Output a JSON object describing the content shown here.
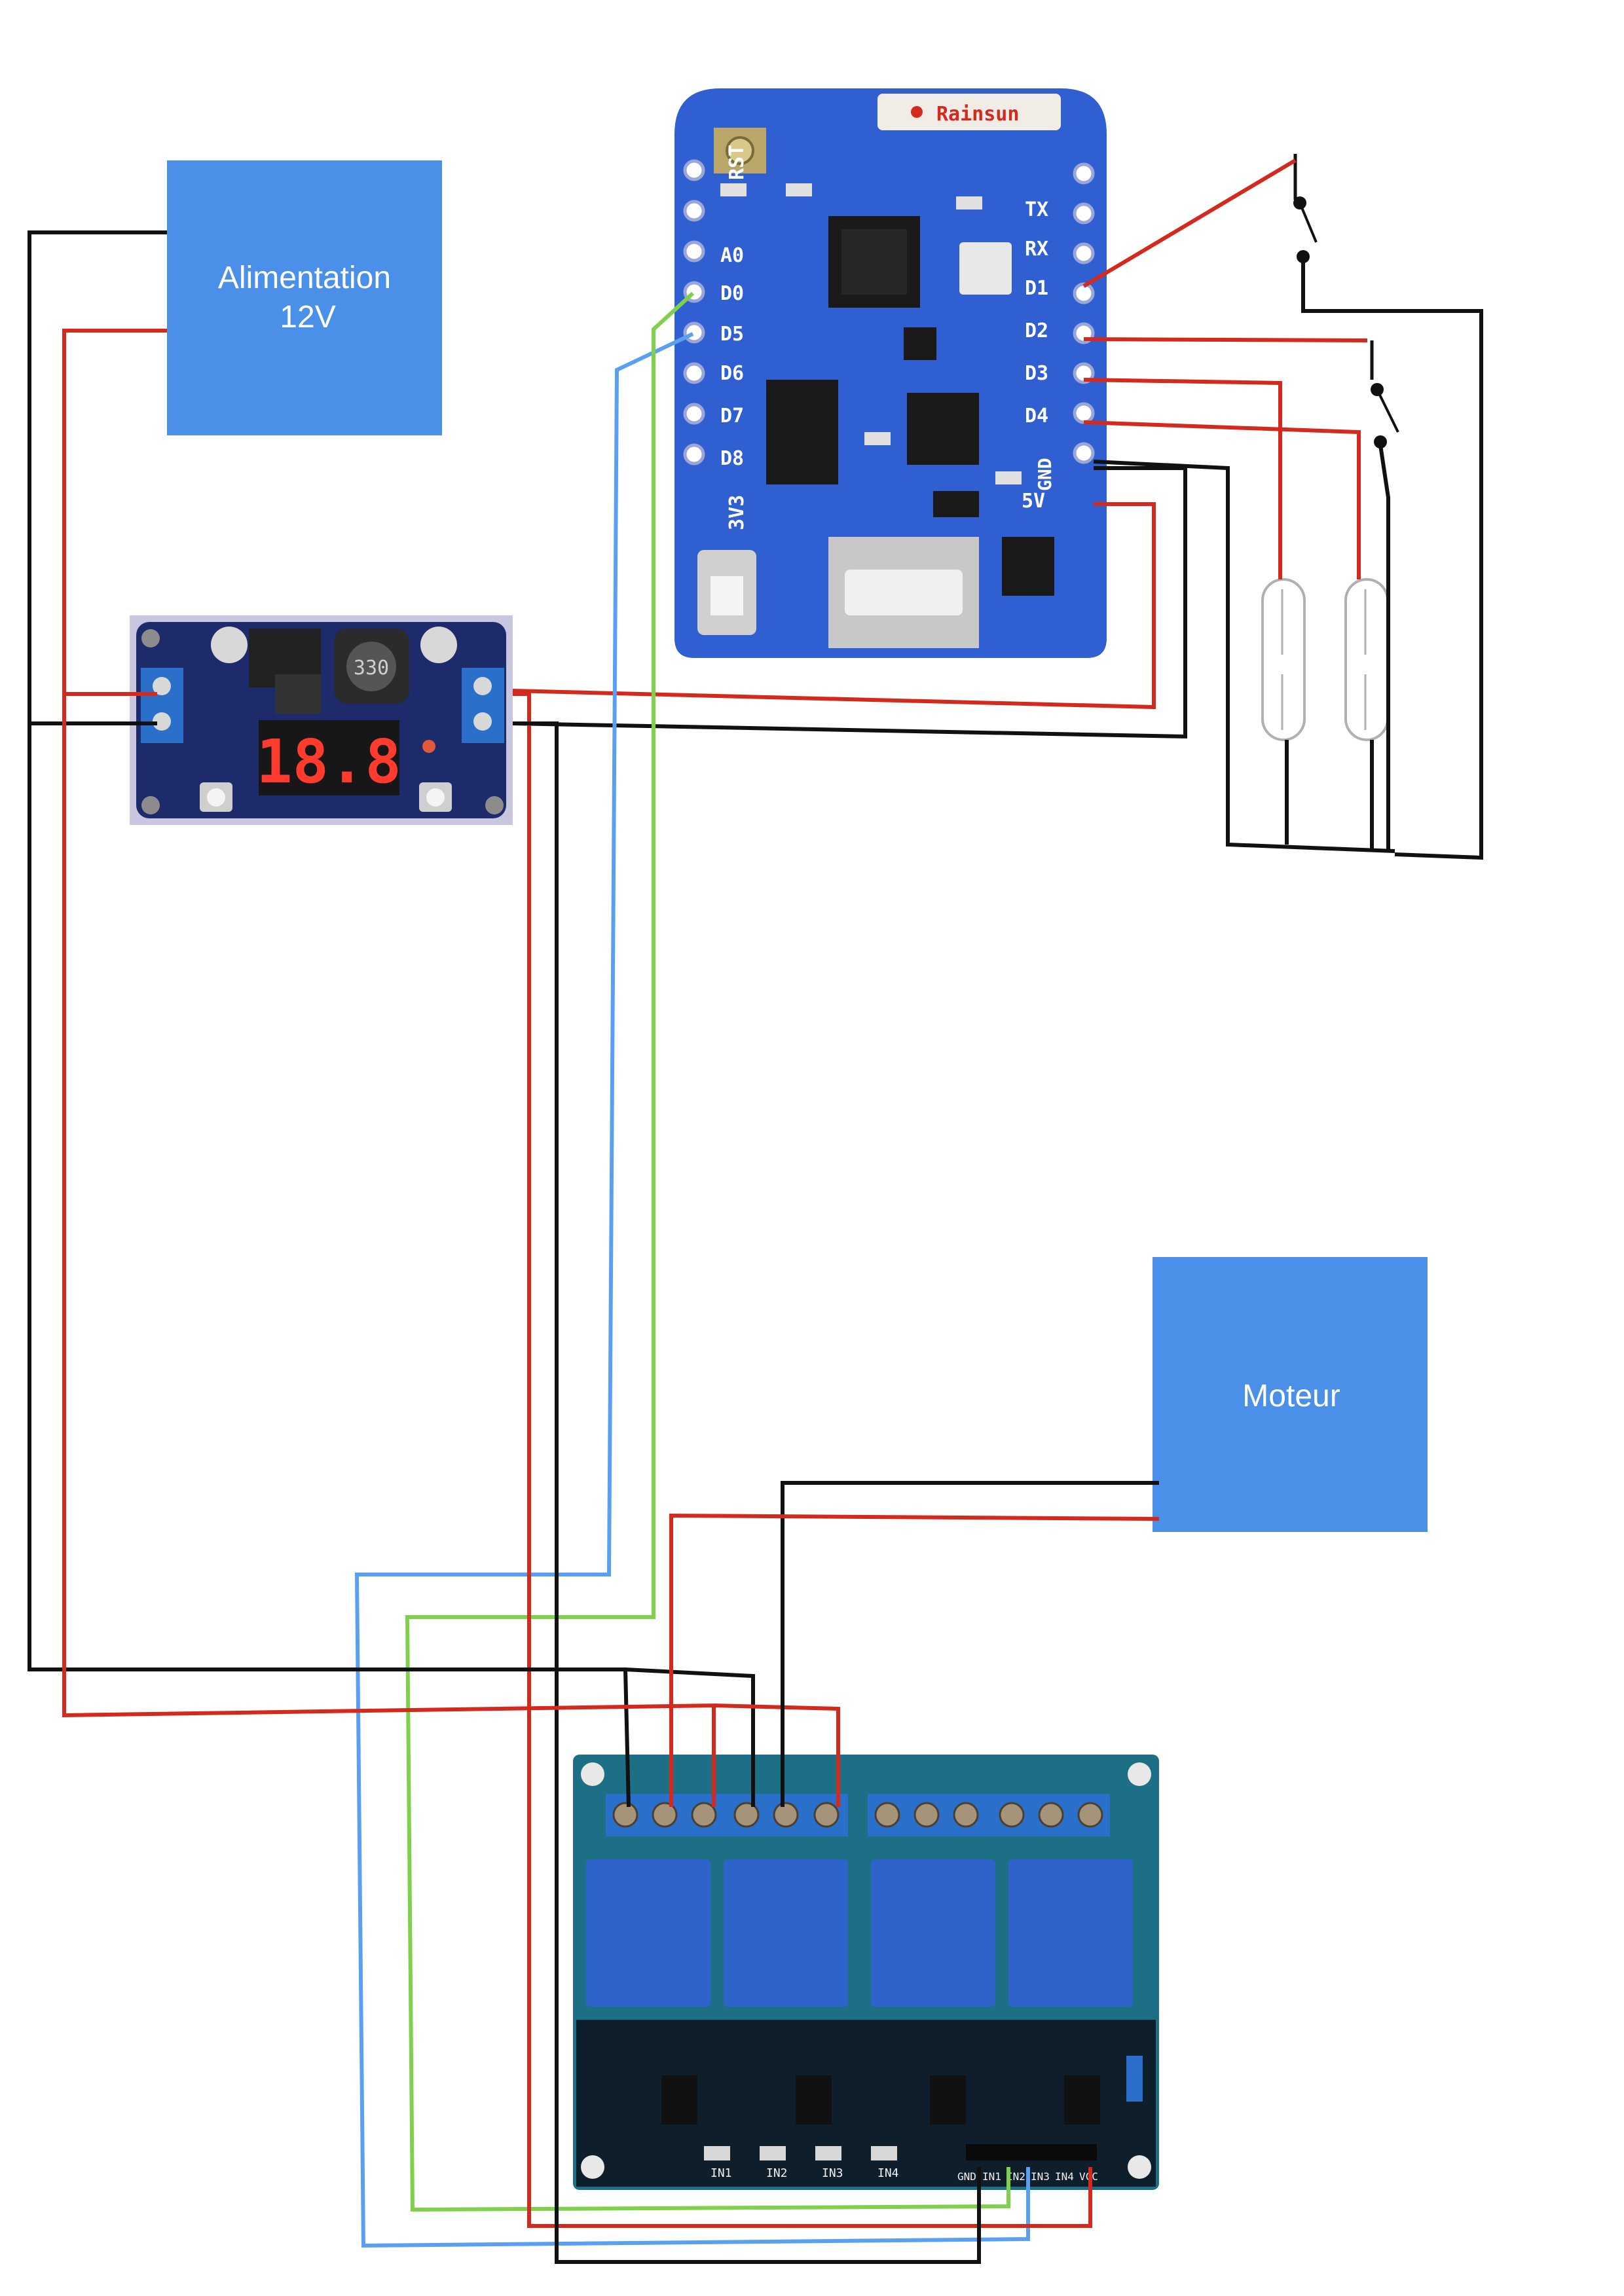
{
  "power_supply": {
    "line1": "Alimentation",
    "line2": "12V"
  },
  "motor": {
    "label": "Moteur"
  },
  "wemos": {
    "brand": "Rainsun",
    "left_pins": [
      "RST",
      "A0",
      "D0",
      "D5",
      "D6",
      "D7",
      "D8",
      "3V3"
    ],
    "right_pins": [
      "TX",
      "RX",
      "D1",
      "D2",
      "D3",
      "D4",
      "GND",
      "5V"
    ]
  },
  "buck_converter": {
    "display": "18.8",
    "inductor": "330"
  },
  "relay_board": {
    "header_pins": [
      "GND",
      "IN1",
      "IN2",
      "IN3",
      "IN4",
      "VCC"
    ],
    "leds": [
      "IN1",
      "IN2",
      "IN3",
      "IN4"
    ]
  },
  "colors": {
    "box": "#4a90e8",
    "wire_red": "#d42a1e",
    "wire_black": "#111111",
    "wire_blue": "#5aa0f0",
    "wire_green": "#7fd04a",
    "wemos_pcb": "#2f5fd0",
    "relay_pcb": "#1d6f86"
  }
}
